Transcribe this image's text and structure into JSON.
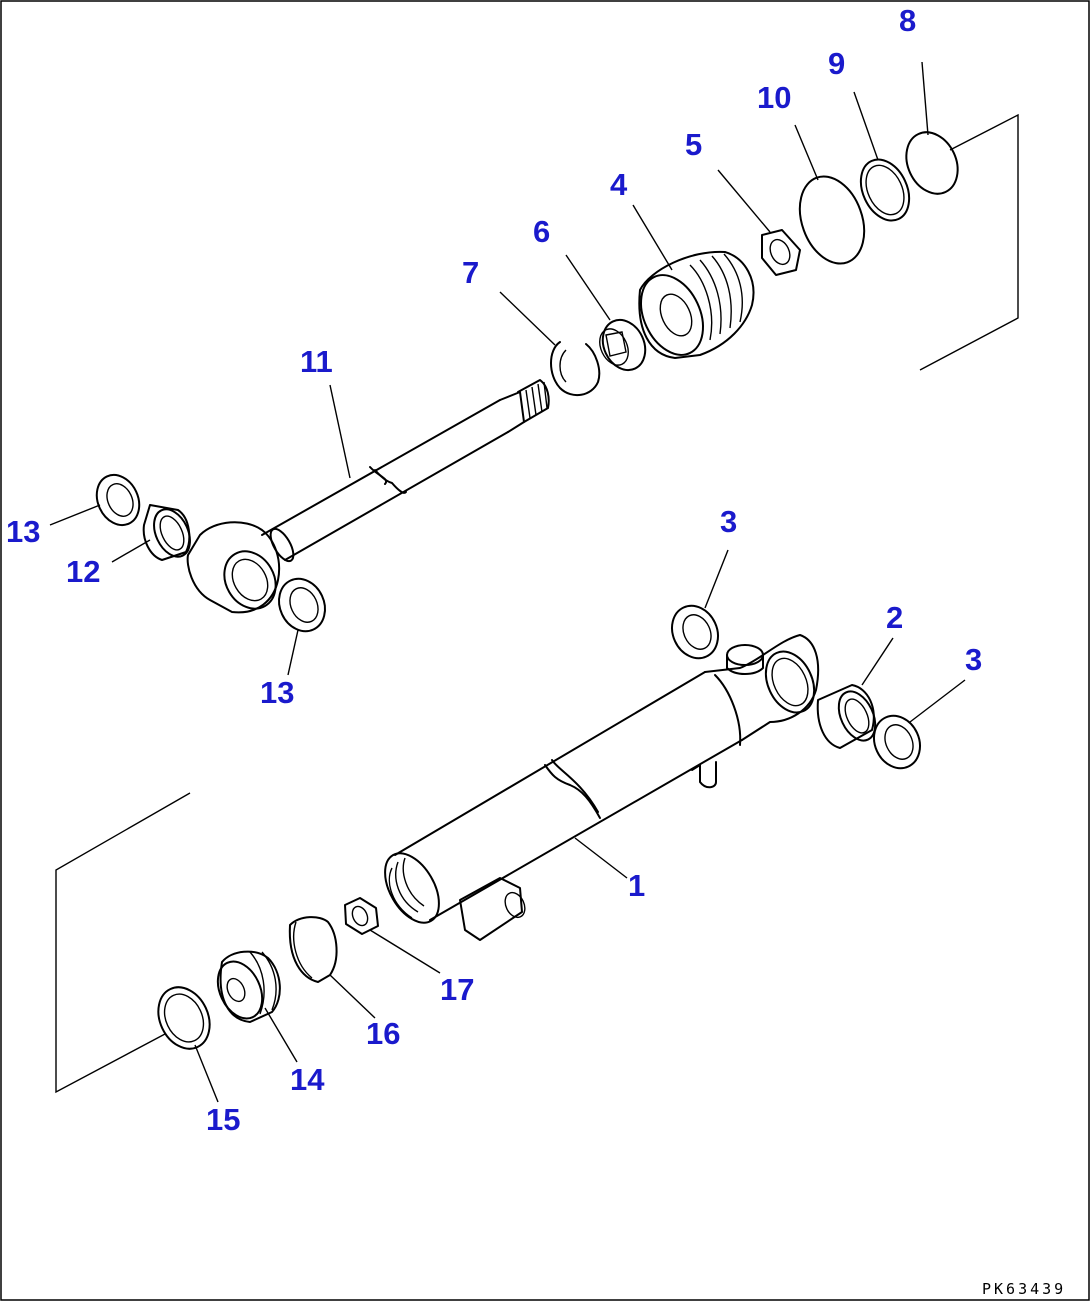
{
  "figure_code": "PK63439",
  "callout_color": "#1a1acc",
  "callouts": {
    "c1": "1",
    "c2": "2",
    "c3a": "3",
    "c3b": "3",
    "c4": "4",
    "c5": "5",
    "c6": "6",
    "c7": "7",
    "c8": "8",
    "c9": "9",
    "c10": "10",
    "c11": "11",
    "c12": "12",
    "c13a": "13",
    "c13b": "13",
    "c14": "14",
    "c15": "15",
    "c16": "16",
    "c17": "17"
  }
}
